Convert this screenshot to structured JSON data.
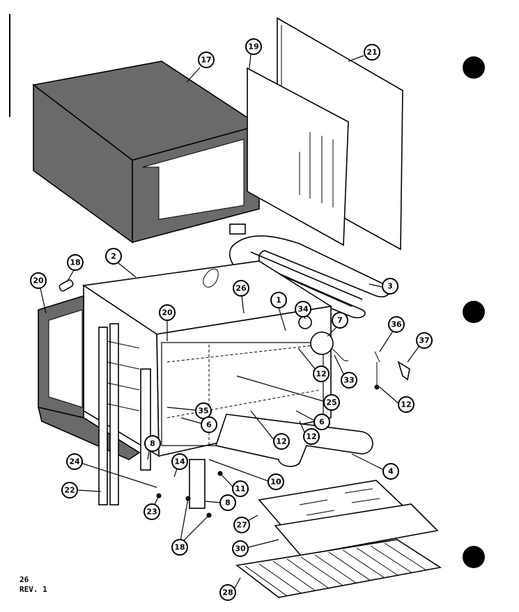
{
  "callouts": [
    {
      "id": "c17",
      "label": "17"
    },
    {
      "id": "c19",
      "label": "19"
    },
    {
      "id": "c21",
      "label": "21"
    },
    {
      "id": "c2",
      "label": "2"
    },
    {
      "id": "c18a",
      "label": "18"
    },
    {
      "id": "c20a",
      "label": "20"
    },
    {
      "id": "c3",
      "label": "3"
    },
    {
      "id": "c26a",
      "label": "26"
    },
    {
      "id": "c1",
      "label": "1"
    },
    {
      "id": "c34",
      "label": "34"
    },
    {
      "id": "c7",
      "label": "7"
    },
    {
      "id": "c36",
      "label": "36"
    },
    {
      "id": "c37",
      "label": "37"
    },
    {
      "id": "c20b",
      "label": "20"
    },
    {
      "id": "c12a",
      "label": "12"
    },
    {
      "id": "c33",
      "label": "33"
    },
    {
      "id": "c25",
      "label": "25"
    },
    {
      "id": "c12b",
      "label": "12"
    },
    {
      "id": "c35",
      "label": "35"
    },
    {
      "id": "c6a",
      "label": "6"
    },
    {
      "id": "c6b",
      "label": "6"
    },
    {
      "id": "c12c",
      "label": "12"
    },
    {
      "id": "c12d",
      "label": "12"
    },
    {
      "id": "c8a",
      "label": "8"
    },
    {
      "id": "c4",
      "label": "4"
    },
    {
      "id": "c14",
      "label": "14"
    },
    {
      "id": "c24",
      "label": "24"
    },
    {
      "id": "c10",
      "label": "10"
    },
    {
      "id": "c11",
      "label": "11"
    },
    {
      "id": "c22",
      "label": "22"
    },
    {
      "id": "c23",
      "label": "23"
    },
    {
      "id": "c8b",
      "label": "8"
    },
    {
      "id": "c27",
      "label": "27"
    },
    {
      "id": "c18b",
      "label": "18"
    },
    {
      "id": "c30",
      "label": "30"
    },
    {
      "id": "c28",
      "label": "28"
    }
  ],
  "footer": {
    "page": "26",
    "revision": "REV. 1"
  }
}
